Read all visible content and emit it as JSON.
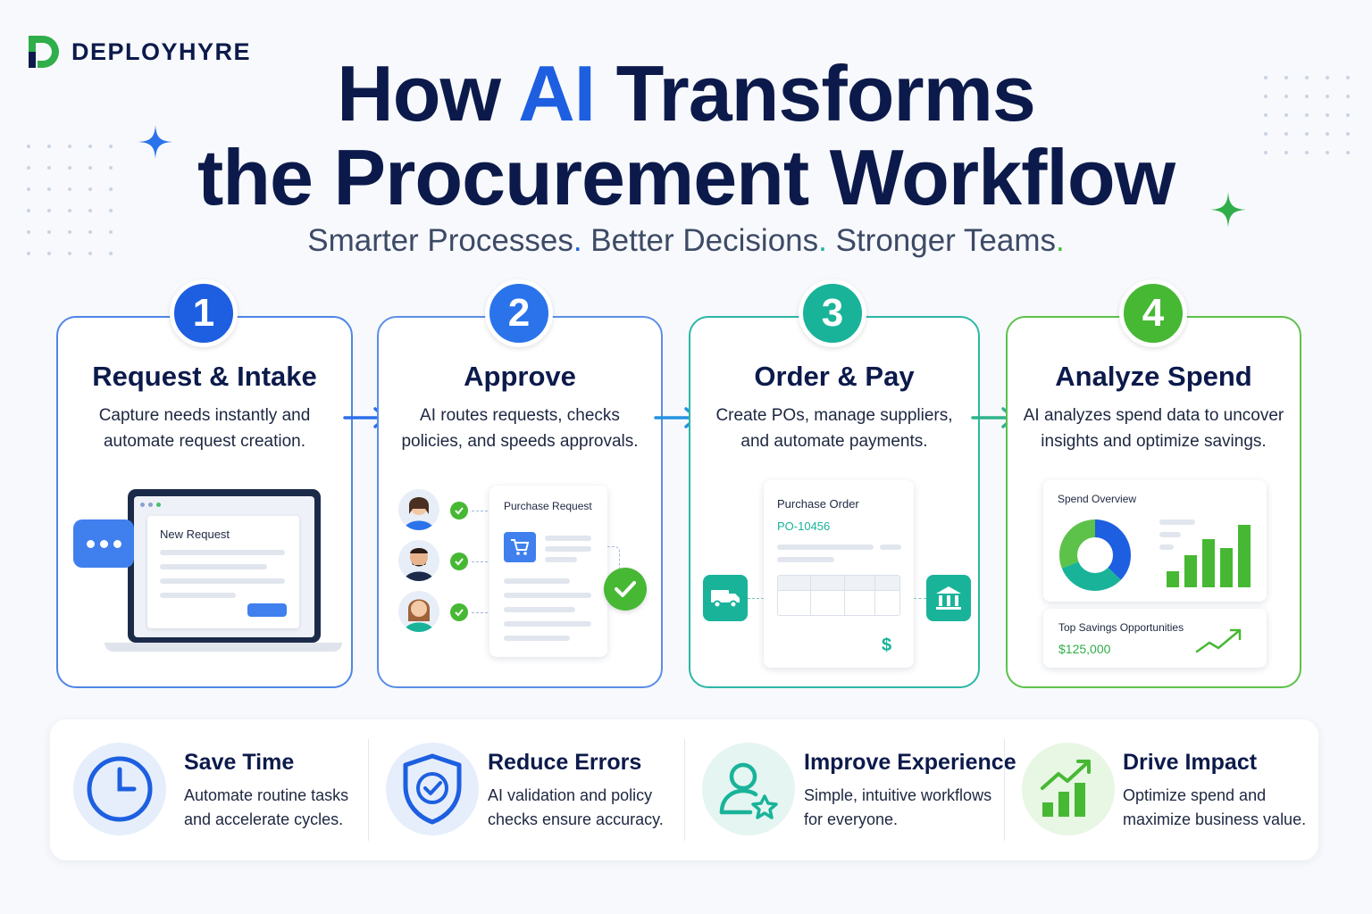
{
  "brand": {
    "name": "DEPLOYHYRE"
  },
  "title": {
    "line1_a": "How",
    "line1_ai": "AI",
    "line1_b": "Transforms",
    "line2": "the Procurement Workflow"
  },
  "subtitle": {
    "part1": "Smarter Processes",
    "part2": "Better Decisions",
    "part3": "Stronger Teams",
    "dot": "."
  },
  "steps": [
    {
      "number": "1",
      "title": "Request & Intake",
      "desc_line1": "Capture needs instantly and",
      "desc_line2": "automate request creation.",
      "illustration_label": "New Request",
      "color": "#1d5fe0"
    },
    {
      "number": "2",
      "title": "Approve",
      "desc_line1": "AI routes requests, checks",
      "desc_line2": "policies, and speeds approvals.",
      "illustration_label": "Purchase Request",
      "color": "#2b73ea"
    },
    {
      "number": "3",
      "title": "Order & Pay",
      "desc_line1": "Create POs, manage suppliers,",
      "desc_line2": "and automate payments.",
      "illustration_label": "Purchase Order",
      "po_number": "PO-10456",
      "currency_symbol": "$",
      "color": "#19b39a"
    },
    {
      "number": "4",
      "title": "Analyze Spend",
      "desc_line1": "AI analyzes spend data to uncover",
      "desc_line2": "insights and optimize savings.",
      "illustration_label": "Spend Overview",
      "savings_label": "Top Savings Opportunities",
      "savings_value": "$125,000",
      "color": "#47b834"
    }
  ],
  "benefits": [
    {
      "title": "Save Time",
      "desc_line1": "Automate routine tasks",
      "desc_line2": "and accelerate cycles.",
      "icon": "clock-icon"
    },
    {
      "title": "Reduce Errors",
      "desc_line1": "AI validation and policy",
      "desc_line2": "checks ensure accuracy.",
      "icon": "shield-check-icon"
    },
    {
      "title": "Improve Experience",
      "desc_line1": "Simple, intuitive workflows",
      "desc_line2": "for everyone.",
      "icon": "user-star-icon"
    },
    {
      "title": "Drive Impact",
      "desc_line1": "Optimize spend and",
      "desc_line2": "maximize business value.",
      "icon": "growth-chart-icon"
    }
  ]
}
